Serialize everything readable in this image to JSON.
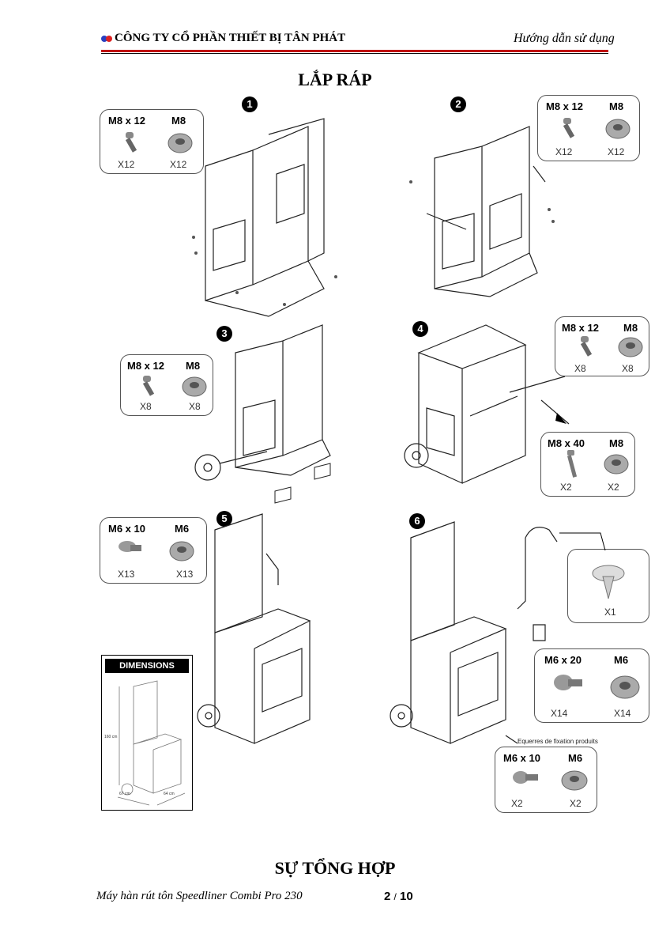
{
  "header": {
    "company": "CÔNG TY CỔ PHẦN THIẾT BỊ TÂN PHÁT",
    "doc_type": "Hướng dẫn sử dụng"
  },
  "title": "LẮP RÁP",
  "steps": [
    "❶",
    "❷",
    "❸",
    "❹",
    "❺",
    "❻"
  ],
  "parts": {
    "s1": {
      "bolt": "M8 x 12",
      "nut": "M8",
      "bolt_qty": "X12",
      "nut_qty": "X12"
    },
    "s2": {
      "bolt": "M8 x 12",
      "nut": "M8",
      "bolt_qty": "X12",
      "nut_qty": "X12"
    },
    "s3": {
      "bolt": "M8 x 12",
      "nut": "M8",
      "bolt_qty": "X8",
      "nut_qty": "X8"
    },
    "s4a": {
      "bolt": "M8 x 12",
      "nut": "M8",
      "bolt_qty": "X8",
      "nut_qty": "X8"
    },
    "s4b": {
      "bolt": "M8 x 40",
      "nut": "M8",
      "bolt_qty": "X2",
      "nut_qty": "X2"
    },
    "s5": {
      "bolt": "M6 x 10",
      "nut": "M6",
      "bolt_qty": "X13",
      "nut_qty": "X13"
    },
    "s6clip": {
      "qty": "X1"
    },
    "s6a": {
      "bolt": "M6 x 20",
      "nut": "M6",
      "bolt_qty": "X14",
      "nut_qty": "X14"
    },
    "s6b": {
      "bolt": "M6 x 10",
      "nut": "M6",
      "bolt_qty": "X2",
      "nut_qty": "X2"
    }
  },
  "dimensions": {
    "heading": "DIMENSIONS",
    "height": "160 cm",
    "width": "67 cm",
    "depth": "64 cm"
  },
  "equerres_label": "Equerres de fixation produits",
  "section_title": "SỰ TỔNG HỢP",
  "footer": {
    "product": "Máy hàn rút tôn Speedliner Combi Pro 230",
    "page": "2",
    "sep": "/",
    "total": "10"
  }
}
